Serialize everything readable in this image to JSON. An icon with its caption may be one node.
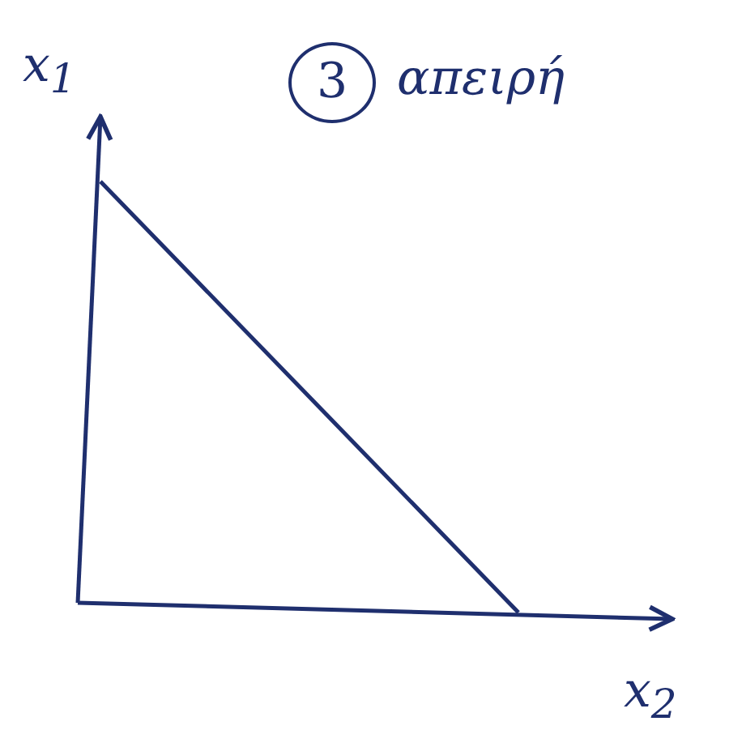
{
  "diagram": {
    "labels": [
      "x$_{1}$",
      "3",
      "απειρή",
      "x$_{2}$"
    ]
  }
}
